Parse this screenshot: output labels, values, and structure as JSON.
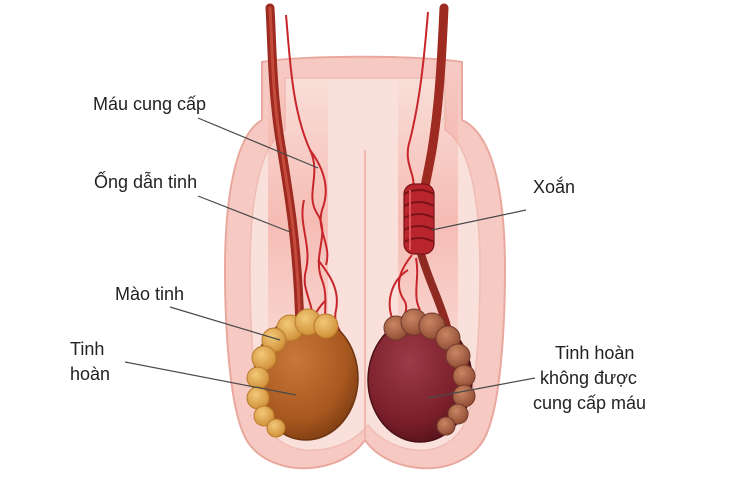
{
  "labels": {
    "blood_supply": "Máu cung cấp",
    "vas_deferens": "Ống dẫn tinh",
    "epididymis": "Mào tinh",
    "testis_line1": "Tinh",
    "testis_line2": "hoàn",
    "twist": "Xoắn",
    "no_blood_line1": "Tinh hoàn",
    "no_blood_line2": "không được",
    "no_blood_line3": "cung cấp máu"
  },
  "colors": {
    "scrotum_outer": "#f6c9c2",
    "scrotum_inner": "#f9e0da",
    "healthy_testis": "#a8581f",
    "healthy_epididymis": "#e2ac52",
    "twisted_testis": "#7a1f2a",
    "twisted_epididymis": "#b06a4e",
    "artery": "#c8262b",
    "cord": "#9e2b22"
  }
}
